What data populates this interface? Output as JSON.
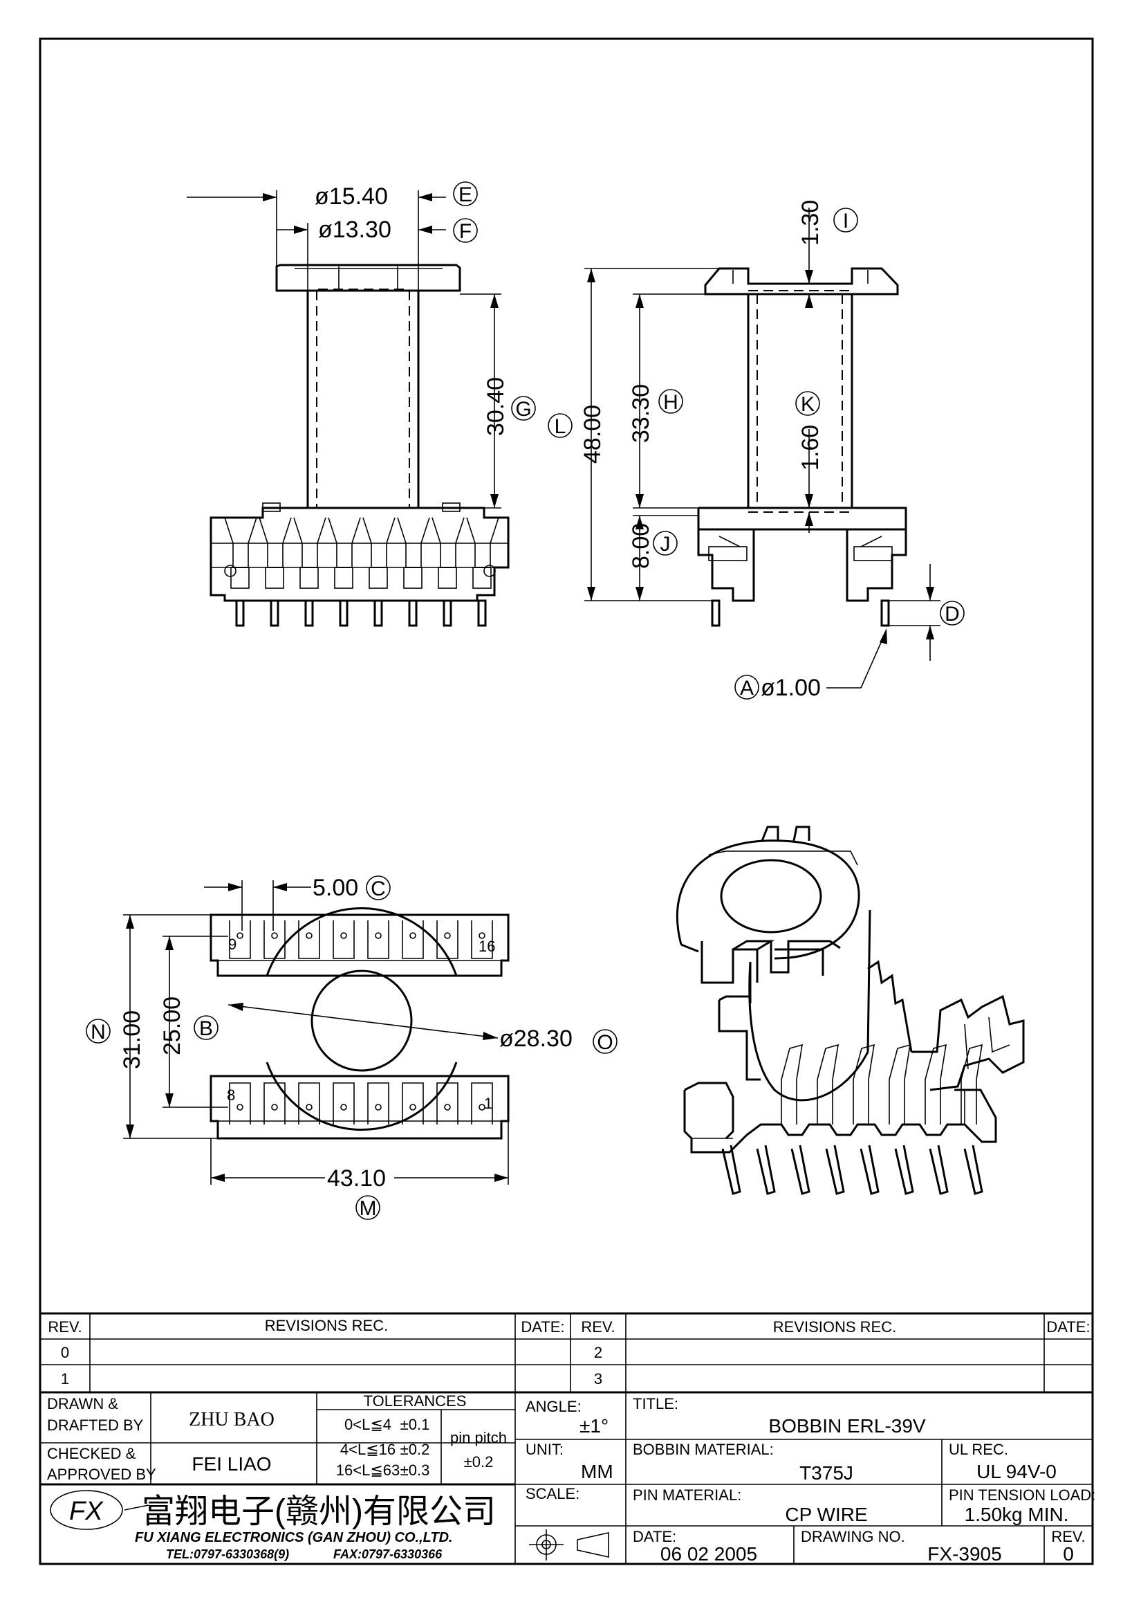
{
  "dimensions": {
    "E": {
      "bubble": "E",
      "value": "ø15.40"
    },
    "F": {
      "bubble": "F",
      "value": "ø13.30"
    },
    "G": {
      "bubble": "G",
      "value": "30.40"
    },
    "I": {
      "bubble": "I",
      "value": "1.30"
    },
    "H": {
      "bubble": "H",
      "value": "33.30"
    },
    "L": {
      "bubble": "L",
      "value": "48.00"
    },
    "K": {
      "bubble": "K",
      "value": "1.60"
    },
    "J": {
      "bubble": "J",
      "value": "8.00"
    },
    "D": {
      "bubble": "D",
      "value": ""
    },
    "A": {
      "bubble": "A",
      "value": "ø1.00"
    },
    "C": {
      "bubble": "C",
      "value": "5.00"
    },
    "N": {
      "bubble": "N",
      "value": "31.00"
    },
    "B": {
      "bubble": "B",
      "value": "25.00"
    },
    "O": {
      "bubble": "O",
      "value": "ø28.30"
    },
    "M": {
      "bubble": "M",
      "value": "43.10"
    }
  },
  "pin_numbers": {
    "top_left": "9",
    "top_right": "16",
    "bottom_left": "8",
    "bottom_right": "1"
  },
  "revisions": {
    "rev_header": "REV.",
    "rec_header": "REVISIONS   REC.",
    "date_header": "DATE:",
    "rows_left": [
      "0",
      "1"
    ],
    "rows_right": [
      "2",
      "3"
    ]
  },
  "title_block": {
    "drawn_label_1": "DRAWN &",
    "drawn_label_2": "DRAFTED BY",
    "drawn_value": "ZHU BAO",
    "checked_label_1": "CHECKED &",
    "checked_label_2": "APPROVED BY",
    "checked_value": "FEI LIAO",
    "tolerances_header": "TOLERANCES",
    "tolerances": [
      {
        "range": "0<L≦4",
        "value": "±0.1"
      },
      {
        "range": "4<L≦16",
        "value": "±0.2"
      },
      {
        "range": "16<L≦63",
        "value": "±0.3"
      }
    ],
    "pin_pitch_label": "pin pitch",
    "pin_pitch_value": "±0.2",
    "angle_label": "ANGLE:",
    "angle_value": "±1°",
    "unit_label": "UNIT:",
    "unit_value": "MM",
    "scale_label": "SCALE:",
    "title_label": "TITLE:",
    "title_value": "BOBBIN  ERL-39V",
    "bobbin_material_label": "BOBBIN  MATERIAL:",
    "bobbin_material_value": "T375J",
    "ul_label": "UL  REC.",
    "ul_value": "UL  94V-0",
    "pin_material_label": "PIN  MATERIAL:",
    "pin_material_value": "CP  WIRE",
    "pin_tension_label": "PIN  TENSION  LOAD:",
    "pin_tension_value": "1.50kg  MIN.",
    "date_label": "DATE:",
    "date_value": "06  02  2005",
    "drawing_no_label": "DRAWING  NO.",
    "drawing_no_value": "FX-3905",
    "rev_label": "REV.",
    "rev_value": "0"
  },
  "company": {
    "logo_text": "FX",
    "name_cn": "富翔电子(赣州)有限公司",
    "name_en": "FU  XIANG  ELECTRONICS  (GAN  ZHOU)  CO.,LTD.",
    "tel": "TEL:0797-6330368(9)",
    "fax": "FAX:0797-6330366"
  }
}
